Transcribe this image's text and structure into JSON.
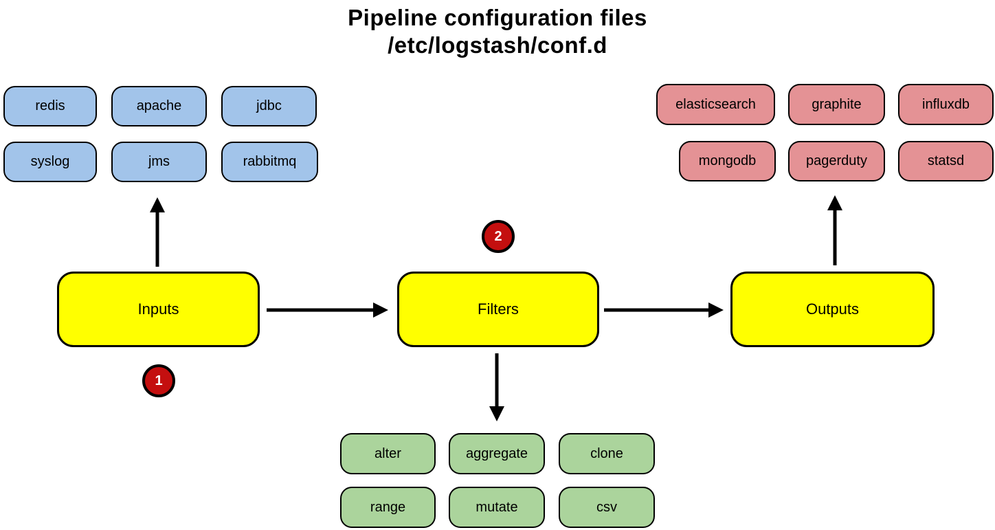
{
  "title": {
    "line1": "Pipeline configuration files",
    "line2": "/etc/logstash/conf.d"
  },
  "stages": {
    "inputs": "Inputs",
    "filters": "Filters",
    "outputs": "Outputs"
  },
  "badges": {
    "one": "1",
    "two": "2"
  },
  "plugins": {
    "inputs": [
      "redis",
      "apache",
      "jdbc",
      "syslog",
      "jms",
      "rabbitmq"
    ],
    "filters": [
      "alter",
      "aggregate",
      "clone",
      "range",
      "mutate",
      "csv"
    ],
    "outputs": [
      "elasticsearch",
      "graphite",
      "influxdb",
      "mongodb",
      "pagerduty",
      "statsd"
    ]
  },
  "colors": {
    "input-box": "#A2C4EA",
    "output-box": "#E49295",
    "filter-box": "#ABD49C",
    "stage-box": "#FFFF00",
    "badge": "#C40F0F",
    "stroke": "#000000"
  }
}
